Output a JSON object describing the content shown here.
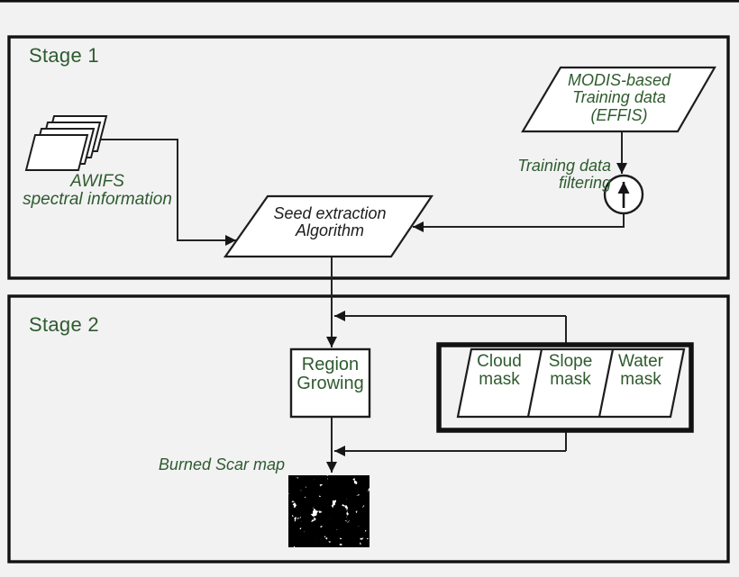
{
  "figure": {
    "type": "flowchart",
    "description": "Two-stage burned scar mapping workflow"
  },
  "colors": {
    "accent_green": "#2e5b2e",
    "line_black": "#1d1d1d",
    "border_black": "#121212",
    "background": "#f2f2f3",
    "node_fill": "#ffffff",
    "map_black": "#000000",
    "map_speckle": "#ffffff"
  },
  "stages": [
    {
      "label": "Stage 1"
    },
    {
      "label": "Stage 2"
    }
  ],
  "nodes": {
    "awifs": {
      "label": "AWIFS\nspectral information",
      "shape": "layered-sheets"
    },
    "modis": {
      "label": "MODIS-based\nTraining data\n(EFFIS)",
      "shape": "parallelogram"
    },
    "filtering": {
      "label": "Training data\nfiltering",
      "icon": "circle-up-arrow-icon"
    },
    "seed": {
      "label": "Seed extraction\nAlgorithm",
      "shape": "parallelogram"
    },
    "region": {
      "label": "Region\nGrowing",
      "shape": "rectangle"
    },
    "masks": {
      "shape": "parallelogram-strip",
      "items": [
        {
          "label": "Cloud\nmask"
        },
        {
          "label": "Slope\nmask"
        },
        {
          "label": "Water\nmask"
        }
      ]
    },
    "burned": {
      "label": "Burned Scar map",
      "image": "black-white-speckle-raster"
    }
  }
}
